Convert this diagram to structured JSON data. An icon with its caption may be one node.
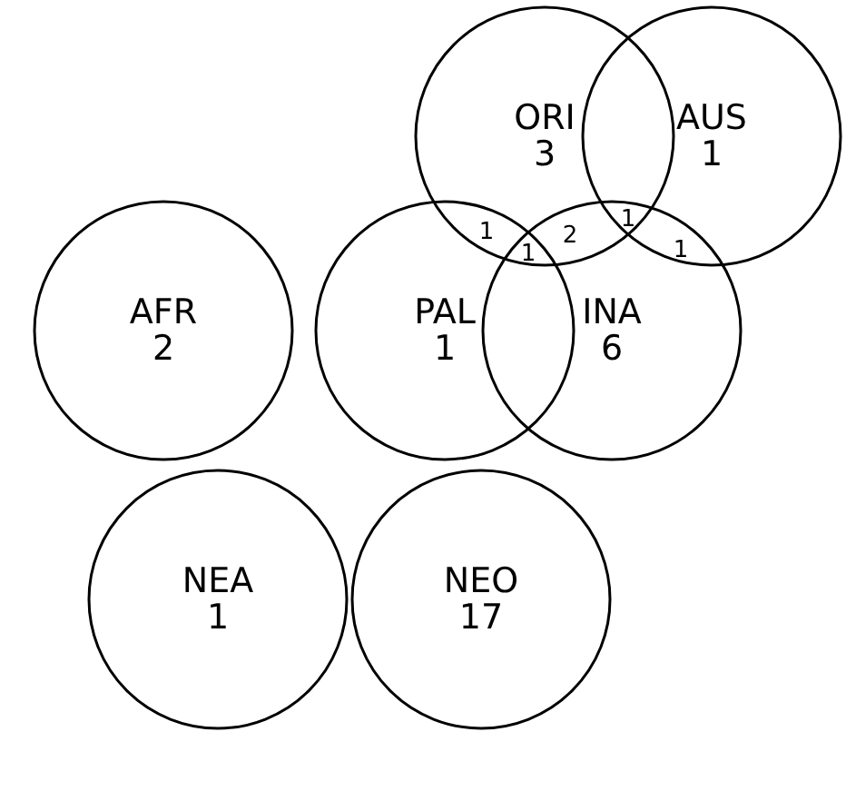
{
  "diagram": {
    "nodes": [
      {
        "text": [
          "ORI",
          "3"
        ]
      },
      {
        "text": [
          "AUS",
          "1"
        ]
      },
      {
        "text": [
          "AFR",
          "2"
        ]
      },
      {
        "text": [
          "PAL",
          "1"
        ]
      },
      {
        "text": [
          "INA",
          "6"
        ]
      },
      {
        "text": [
          "NEA",
          "1"
        ]
      },
      {
        "text": [
          "NEO",
          "17"
        ]
      }
    ],
    "labels": [
      "1",
      "1",
      "2",
      "1",
      "1"
    ]
  }
}
